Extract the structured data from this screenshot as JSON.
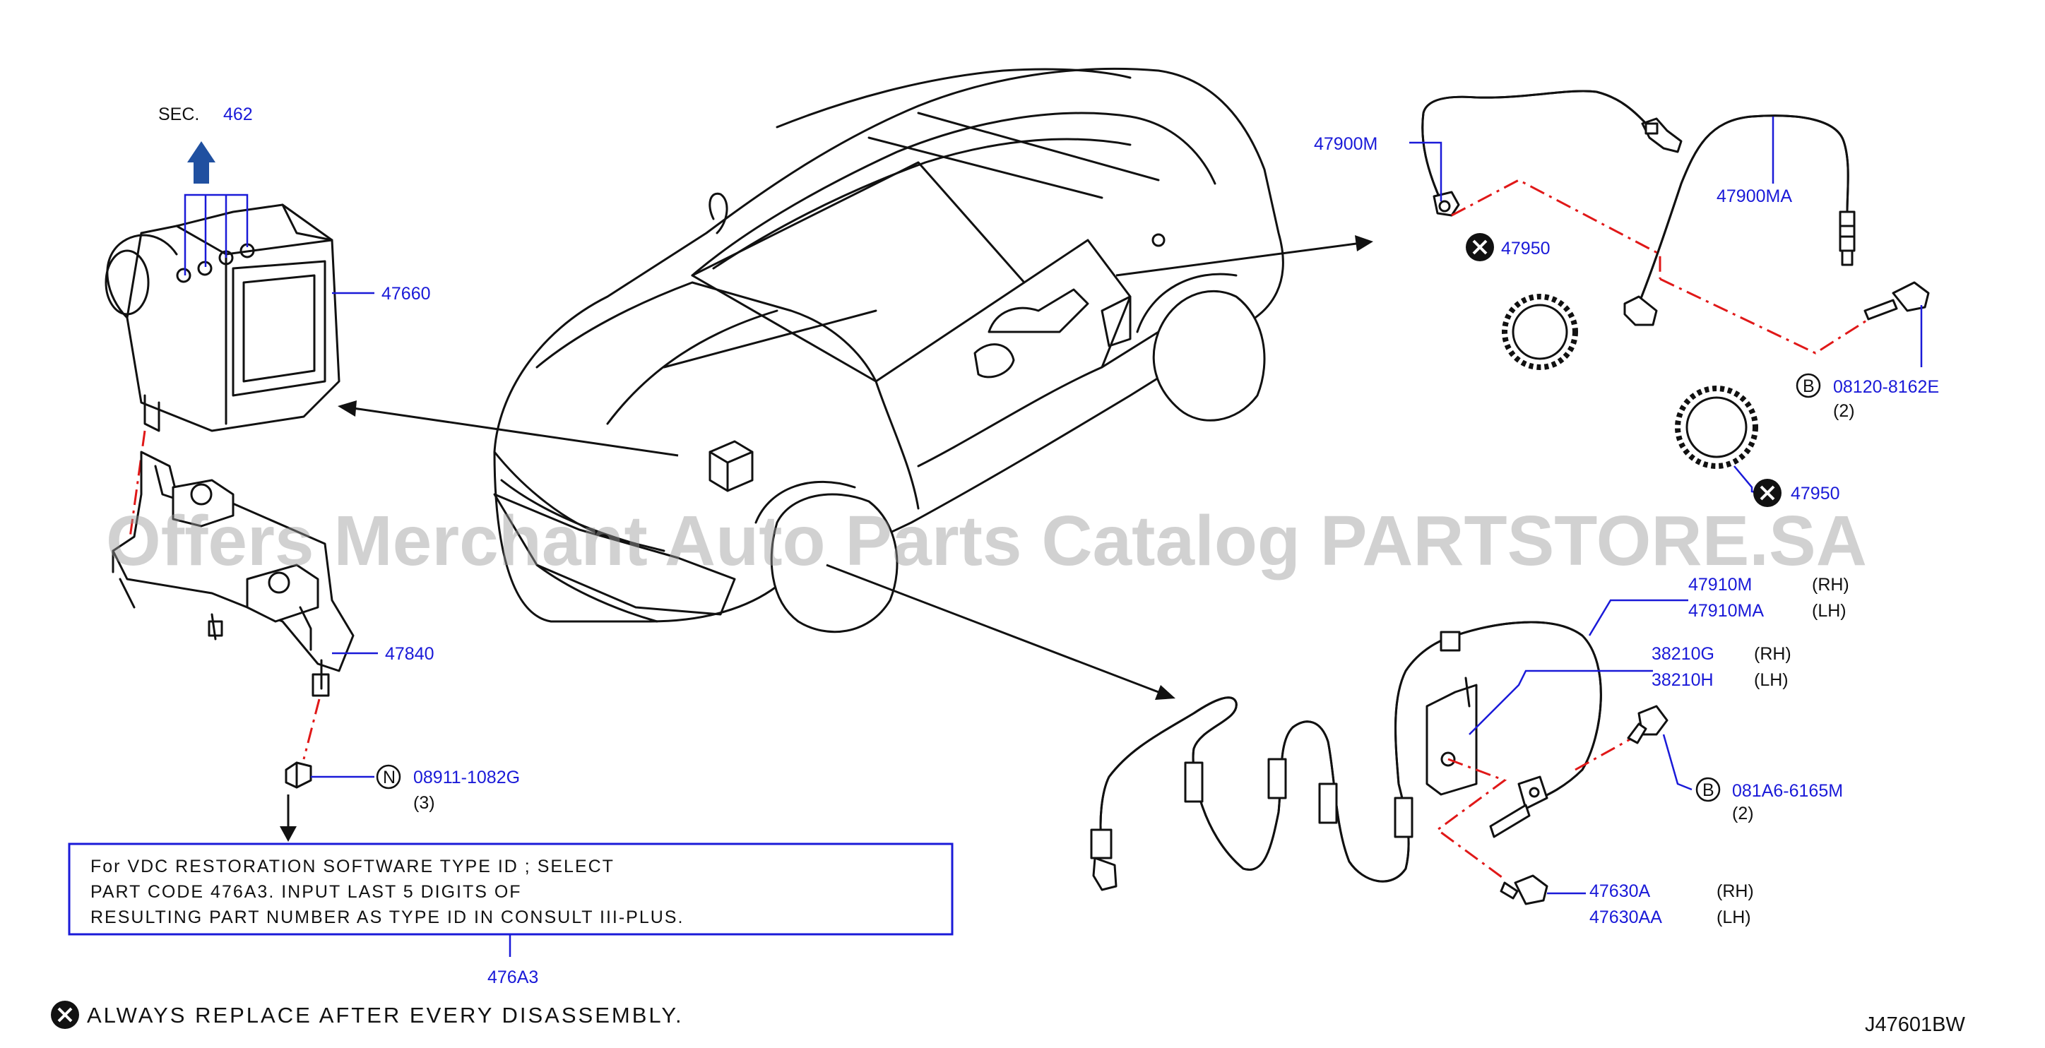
{
  "sec_label": "SEC.",
  "sec_number": "462",
  "watermark": "Offers Merchant Auto Parts Catalog PARTSTORE.SA",
  "parts": {
    "p47660": "47660",
    "p47840": "47840",
    "p08911": "08911-1082G",
    "p08911_qty": "(3)",
    "p47900M": "47900M",
    "p47900MA": "47900MA",
    "p47950_top": "47950",
    "p47950_bottom": "47950",
    "p08120": "08120-8162E",
    "p08120_qty": "(2)",
    "p47910M": "47910M",
    "p47910M_side": "(RH)",
    "p47910MA": "47910MA",
    "p47910MA_side": "(LH)",
    "p38210G": "38210G",
    "p38210G_side": "(RH)",
    "p38210H": "38210H",
    "p38210H_side": "(LH)",
    "p081A6": "081A6-6165M",
    "p081A6_qty": "(2)",
    "p47630A": "47630A",
    "p47630A_side": "(RH)",
    "p47630AA": "47630AA",
    "p47630AA_side": "(LH)",
    "p476A3": "476A3"
  },
  "symbols": {
    "N": "N",
    "B_top": "B",
    "B_bottom": "B"
  },
  "note_lines": [
    "For  VDC  RESTORATION  SOFTWARE  TYPE  ID  ;  SELECT",
    "PART  CODE  476A3.  INPUT  LAST  5  DIGITS  OF",
    "RESULTING  PART  NUMBER  AS  TYPE  ID  IN  CONSULT  III-PLUS."
  ],
  "footer_note": "ALWAYS  REPLACE  AFTER  EVERY  DISASSEMBLY.",
  "diagram_code": "J47601BW",
  "colors": {
    "label_blue": "#1a1ad8",
    "dash_red": "#e01818",
    "line": "#111111"
  }
}
